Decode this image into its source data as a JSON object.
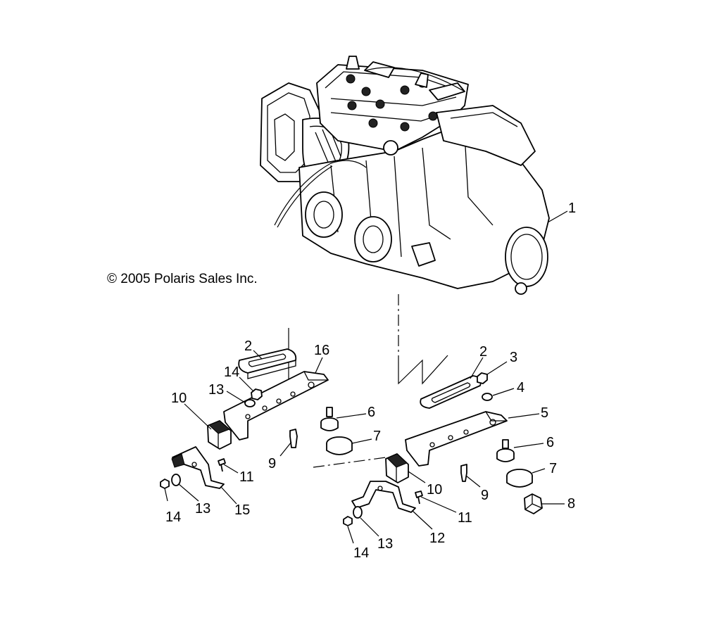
{
  "copyright": "© 2005 Polaris Sales Inc.",
  "callouts": [
    {
      "id": "c1",
      "label": "1"
    },
    {
      "id": "c2a",
      "label": "2"
    },
    {
      "id": "c16",
      "label": "16"
    },
    {
      "id": "c14a",
      "label": "14"
    },
    {
      "id": "c13a",
      "label": "13"
    },
    {
      "id": "c10a",
      "label": "10"
    },
    {
      "id": "c6a",
      "label": "6"
    },
    {
      "id": "c7a",
      "label": "7"
    },
    {
      "id": "c9a",
      "label": "9"
    },
    {
      "id": "c11a",
      "label": "11"
    },
    {
      "id": "c14b",
      "label": "14"
    },
    {
      "id": "c13b",
      "label": "13"
    },
    {
      "id": "c15",
      "label": "15"
    },
    {
      "id": "c2b",
      "label": "2"
    },
    {
      "id": "c3",
      "label": "3"
    },
    {
      "id": "c4",
      "label": "4"
    },
    {
      "id": "c5",
      "label": "5"
    },
    {
      "id": "c6b",
      "label": "6"
    },
    {
      "id": "c7b",
      "label": "7"
    },
    {
      "id": "c8",
      "label": "8"
    },
    {
      "id": "c9b",
      "label": "9"
    },
    {
      "id": "c10b",
      "label": "10"
    },
    {
      "id": "c11b",
      "label": "11"
    },
    {
      "id": "c12",
      "label": "12"
    },
    {
      "id": "c13c",
      "label": "13"
    },
    {
      "id": "c14c",
      "label": "14"
    }
  ]
}
